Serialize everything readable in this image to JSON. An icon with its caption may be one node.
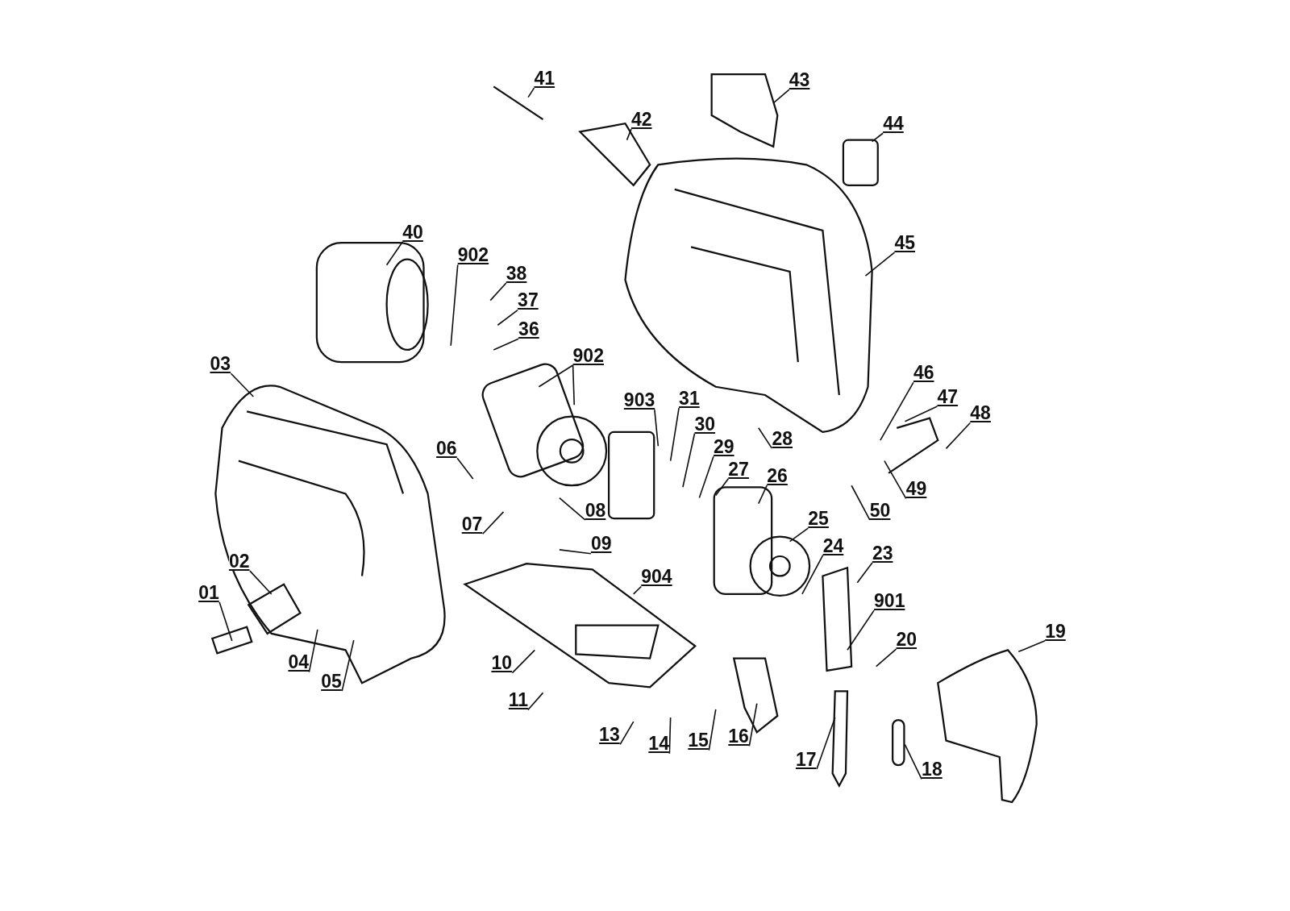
{
  "diagram": {
    "nodes": [
      {
        "text": [
          "41"
        ]
      },
      {
        "text": [
          "43"
        ]
      },
      {
        "text": [
          "42"
        ]
      },
      {
        "text": [
          "44"
        ]
      },
      {
        "text": [
          "40"
        ]
      },
      {
        "text": [
          "45"
        ]
      },
      {
        "text": [
          "902"
        ]
      },
      {
        "text": [
          "38"
        ]
      },
      {
        "text": [
          "37"
        ]
      },
      {
        "text": [
          "36"
        ]
      },
      {
        "text": [
          "03"
        ]
      },
      {
        "text": [
          "902"
        ]
      },
      {
        "text": [
          "46"
        ]
      },
      {
        "text": [
          "47"
        ]
      },
      {
        "text": [
          "903"
        ]
      },
      {
        "text": [
          "31"
        ]
      },
      {
        "text": [
          "48"
        ]
      },
      {
        "text": [
          "30"
        ]
      },
      {
        "text": [
          "28"
        ]
      },
      {
        "text": [
          "06"
        ]
      },
      {
        "text": [
          "29"
        ]
      },
      {
        "text": [
          "27"
        ]
      },
      {
        "text": [
          "26"
        ]
      },
      {
        "text": [
          "49"
        ]
      },
      {
        "text": [
          "08"
        ]
      },
      {
        "text": [
          "50"
        ]
      },
      {
        "text": [
          "07"
        ]
      },
      {
        "text": [
          "25"
        ]
      },
      {
        "text": [
          "09"
        ]
      },
      {
        "text": [
          "24"
        ]
      },
      {
        "text": [
          "23"
        ]
      },
      {
        "text": [
          "02"
        ]
      },
      {
        "text": [
          "904"
        ]
      },
      {
        "text": [
          "01"
        ]
      },
      {
        "text": [
          "901"
        ]
      },
      {
        "text": [
          "19"
        ]
      },
      {
        "text": [
          "20"
        ]
      },
      {
        "text": [
          "04"
        ]
      },
      {
        "text": [
          "10"
        ]
      },
      {
        "text": [
          "05"
        ]
      },
      {
        "text": [
          "11"
        ]
      },
      {
        "text": [
          "13"
        ]
      },
      {
        "text": [
          "14"
        ]
      },
      {
        "text": [
          "15"
        ]
      },
      {
        "text": [
          "16"
        ]
      },
      {
        "text": [
          "17"
        ]
      },
      {
        "text": [
          "18"
        ]
      }
    ],
    "edges": [
      {
        "from": 0,
        "to": null,
        "arrow": "none"
      },
      {
        "from": 1,
        "to": null,
        "arrow": "none"
      },
      {
        "from": 2,
        "to": null,
        "arrow": "none"
      },
      {
        "from": 3,
        "to": null,
        "arrow": "none"
      },
      {
        "from": 4,
        "to": null,
        "arrow": "none"
      },
      {
        "from": 5,
        "to": null,
        "arrow": "none"
      },
      {
        "from": 6,
        "to": null,
        "arrow": "none"
      },
      {
        "from": 7,
        "to": null,
        "arrow": "none"
      },
      {
        "from": 8,
        "to": null,
        "arrow": "none"
      },
      {
        "from": 9,
        "to": null,
        "arrow": "none"
      },
      {
        "from": 10,
        "to": null,
        "arrow": "none"
      },
      {
        "from": 11,
        "to": null,
        "arrow": "none"
      },
      {
        "from": 11,
        "to": null,
        "arrow": "none"
      },
      {
        "from": 12,
        "to": null,
        "arrow": "none"
      },
      {
        "from": 13,
        "to": null,
        "arrow": "none"
      },
      {
        "from": 14,
        "to": null,
        "arrow": "none"
      },
      {
        "from": 15,
        "to": null,
        "arrow": "none"
      },
      {
        "from": 16,
        "to": null,
        "arrow": "none"
      },
      {
        "from": 17,
        "to": null,
        "arrow": "none"
      },
      {
        "from": 18,
        "to": null,
        "arrow": "none"
      },
      {
        "from": 19,
        "to": null,
        "arrow": "none"
      },
      {
        "from": 20,
        "to": null,
        "arrow": "none"
      },
      {
        "from": 21,
        "to": null,
        "arrow": "none"
      },
      {
        "from": 22,
        "to": null,
        "arrow": "none"
      },
      {
        "from": 23,
        "to": null,
        "arrow": "none"
      },
      {
        "from": 24,
        "to": null,
        "arrow": "none"
      },
      {
        "from": 25,
        "to": null,
        "arrow": "none"
      },
      {
        "from": 26,
        "to": null,
        "arrow": "none"
      },
      {
        "from": 27,
        "to": null,
        "arrow": "none"
      },
      {
        "from": 28,
        "to": null,
        "arrow": "none"
      },
      {
        "from": 29,
        "to": null,
        "arrow": "none"
      },
      {
        "from": 30,
        "to": null,
        "arrow": "none"
      },
      {
        "from": 31,
        "to": null,
        "arrow": "none"
      },
      {
        "from": 32,
        "to": null,
        "arrow": "none"
      },
      {
        "from": 33,
        "to": null,
        "arrow": "none"
      },
      {
        "from": 34,
        "to": null,
        "arrow": "none"
      },
      {
        "from": 35,
        "to": null,
        "arrow": "none"
      },
      {
        "from": 36,
        "to": null,
        "arrow": "none"
      },
      {
        "from": 37,
        "to": null,
        "arrow": "none"
      },
      {
        "from": 38,
        "to": null,
        "arrow": "none"
      },
      {
        "from": 39,
        "to": null,
        "arrow": "none"
      },
      {
        "from": 40,
        "to": null,
        "arrow": "none"
      },
      {
        "from": 41,
        "to": null,
        "arrow": "none"
      },
      {
        "from": 42,
        "to": null,
        "arrow": "none"
      },
      {
        "from": 43,
        "to": null,
        "arrow": "none"
      },
      {
        "from": 44,
        "to": null,
        "arrow": "none"
      },
      {
        "from": 45,
        "to": null,
        "arrow": "none"
      },
      {
        "from": 46,
        "to": null,
        "arrow": "none"
      }
    ]
  }
}
